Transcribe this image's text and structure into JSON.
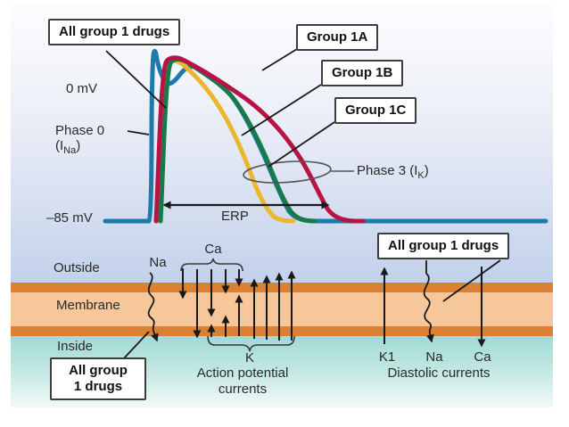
{
  "colors": {
    "normal_ap": "#1e7aaa",
    "group_1a": "#b91245",
    "group_1b": "#edb62f",
    "group_1c": "#177a4a",
    "membrane_edge": "#dc8133",
    "membrane_fill": "#f6c79b",
    "outside_bottom": "#c2d1eb",
    "inside_top": "#a2dad5",
    "arrow": "#1a1a1a"
  },
  "callouts": {
    "all_group_top": "All group 1 drugs",
    "group_1a": "Group 1A",
    "group_1b": "Group 1B",
    "group_1c": "Group 1C",
    "all_group_right": "All group 1 drugs",
    "all_group_bottom_line1": "All group",
    "all_group_bottom_line2": "1 drugs"
  },
  "trace_labels": {
    "zero_mv": "0 mV",
    "minus_85_mv": "–85 mV",
    "erp": "ERP",
    "phase0_line1": "Phase 0",
    "phase0_open": "(I",
    "phase0_sub": "Na",
    "phase0_close": ")",
    "phase3_pre": "Phase 3 (I",
    "phase3_sub": "K",
    "phase3_close": ")"
  },
  "membrane_labels": {
    "outside": "Outside",
    "membrane": "Membrane",
    "inside": "Inside"
  },
  "current_labels": {
    "na_top": "Na",
    "ca_bracket": "Ca",
    "k_bracket": "K",
    "action_potential_line1": "Action potential",
    "action_potential_line2": "currents",
    "k1": "K1",
    "na_right": "Na",
    "ca_right": "Ca",
    "diastolic": "Diastolic currents"
  }
}
